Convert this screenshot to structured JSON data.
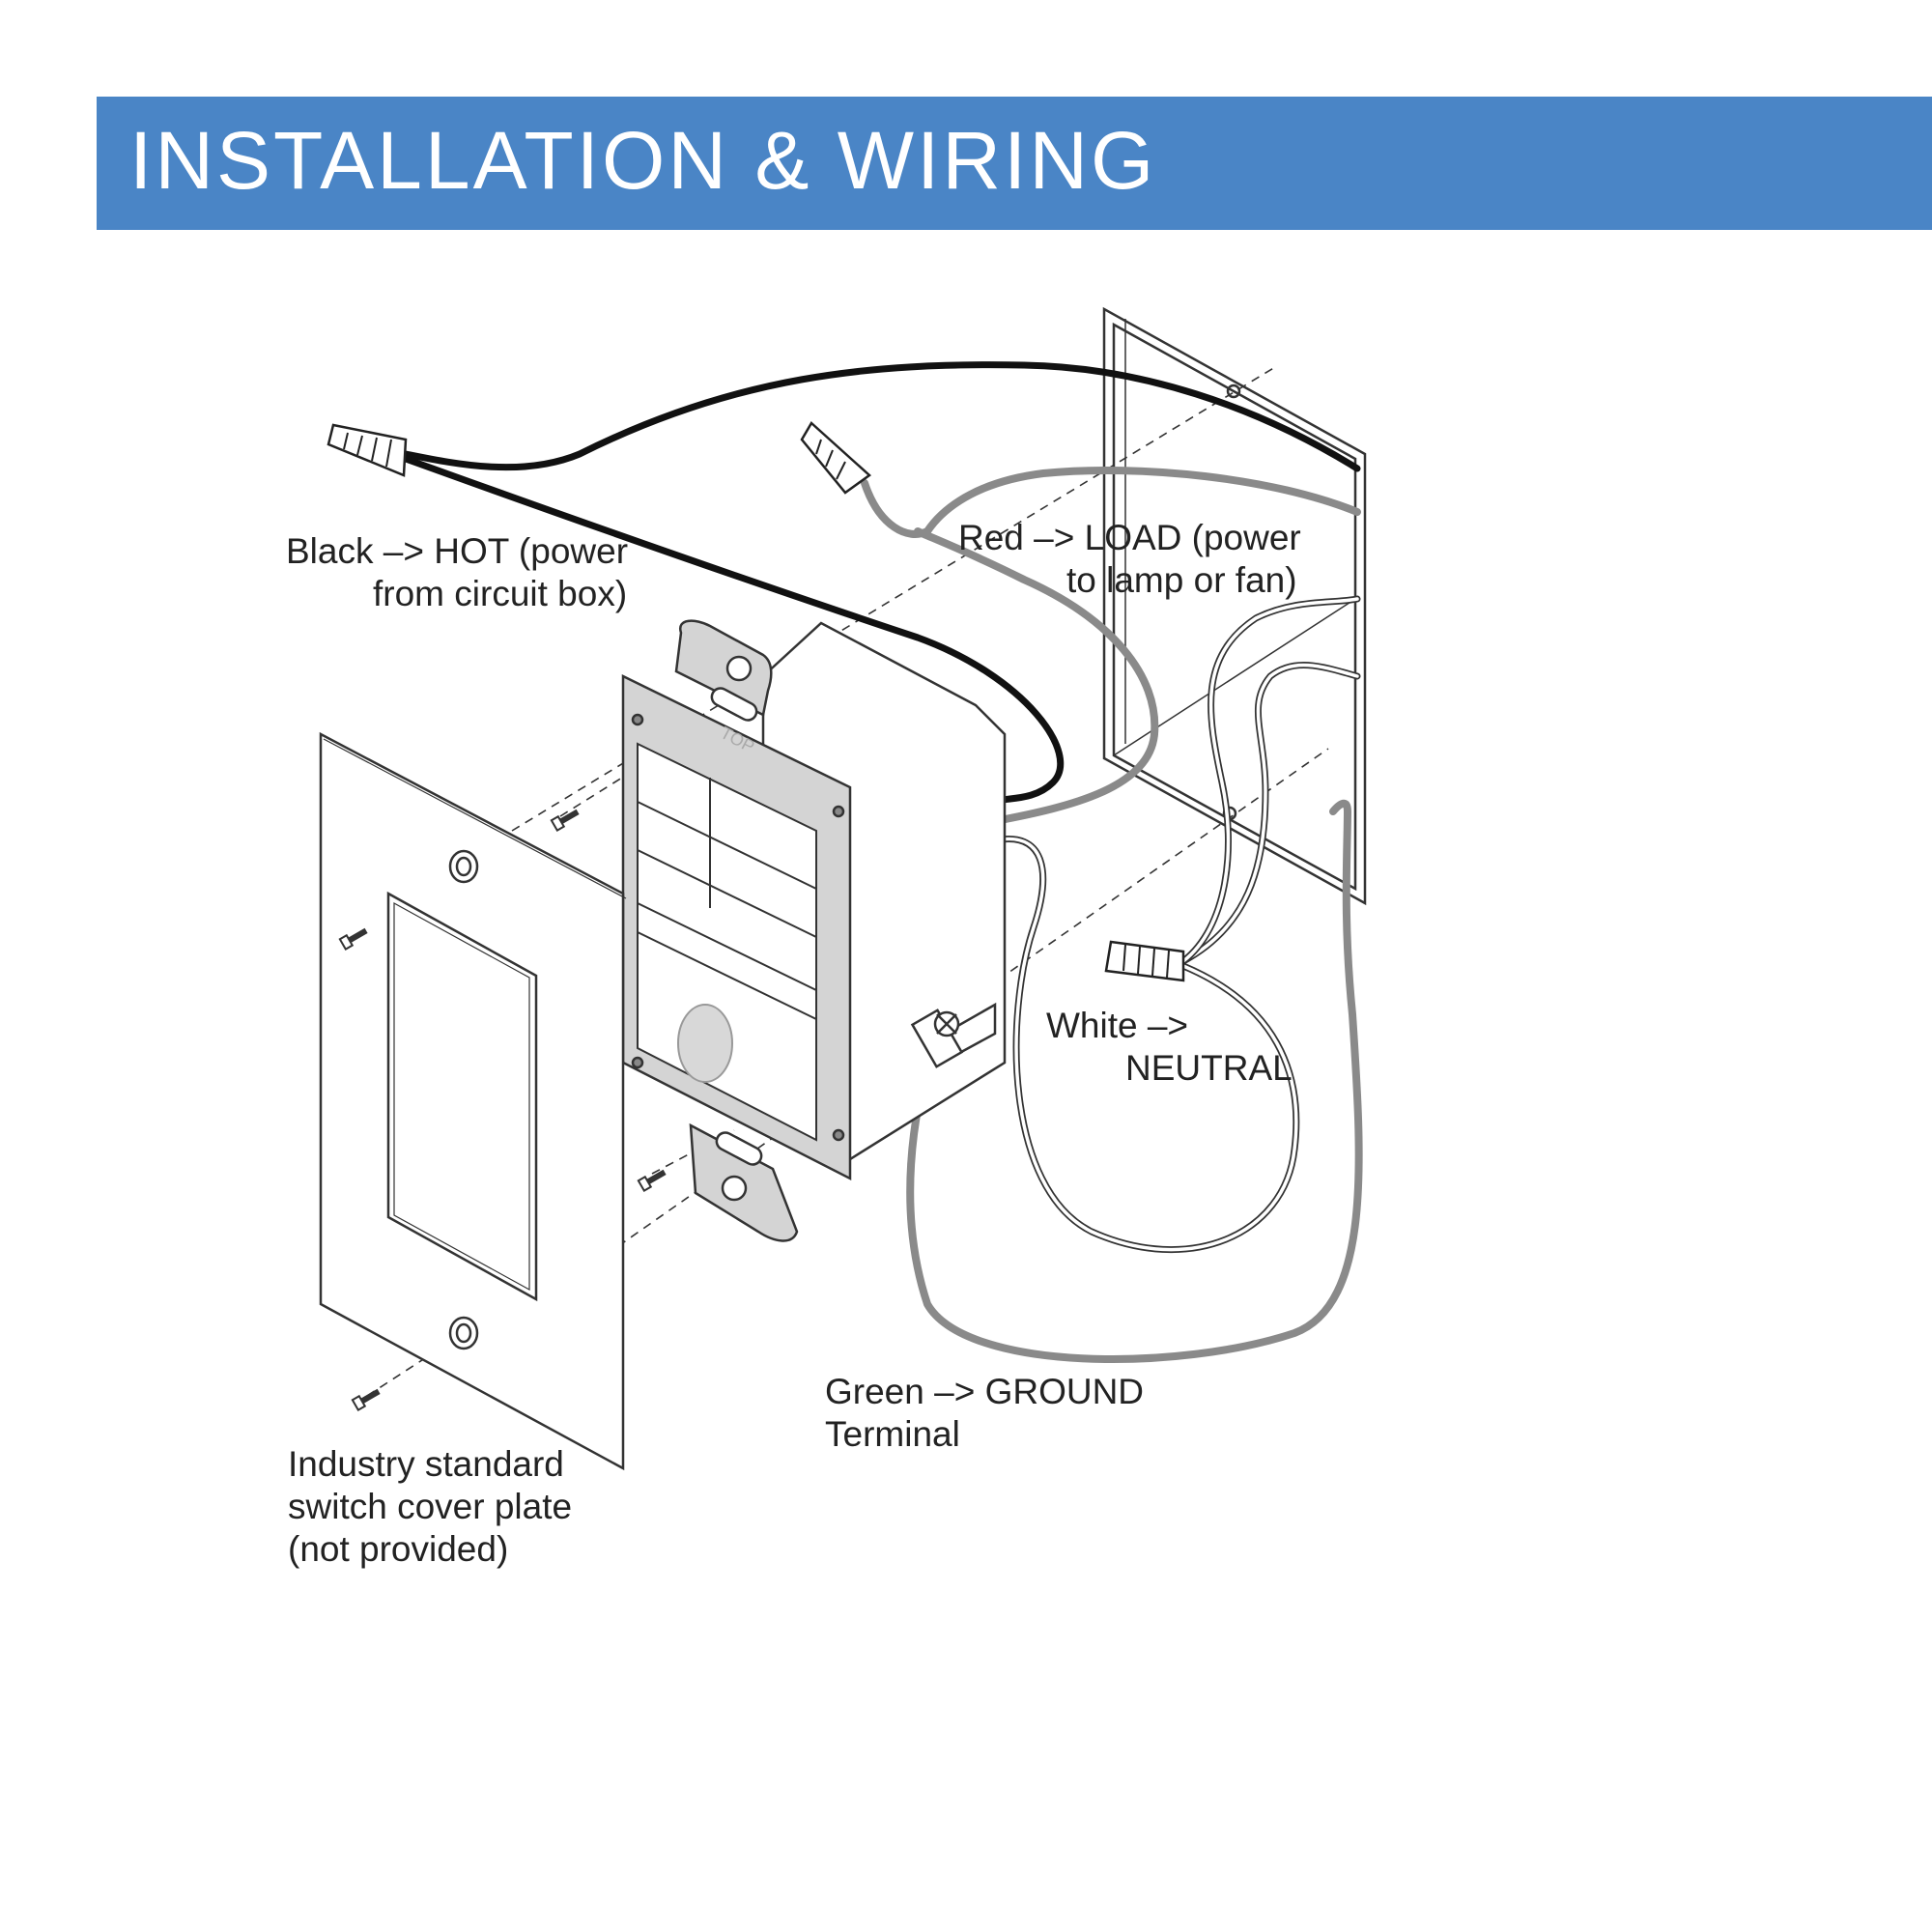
{
  "header": {
    "title": "INSTALLATION & WIRING",
    "background_color": "#4a85c6",
    "text_color": "#ffffff"
  },
  "labels": {
    "black_hot": {
      "line1": "Black –> HOT (power",
      "line2": "from circuit box)"
    },
    "red_load": {
      "line1": "Red –> LOAD (power",
      "line2": "to lamp or fan)"
    },
    "white_neutral": {
      "line1": "White –>",
      "line2": "NEUTRAL"
    },
    "green_ground": {
      "line1": "Green –> GROUND",
      "line2": "Terminal"
    },
    "cover_plate": {
      "line1": "Industry standard",
      "line2": "switch cover plate",
      "line3": "(not provided)"
    }
  },
  "switch_mark": "TOP",
  "wire_colors": {
    "black": "#111111",
    "red": "#8a8a8a",
    "green": "#8a8a8a",
    "white": "#ffffff"
  }
}
